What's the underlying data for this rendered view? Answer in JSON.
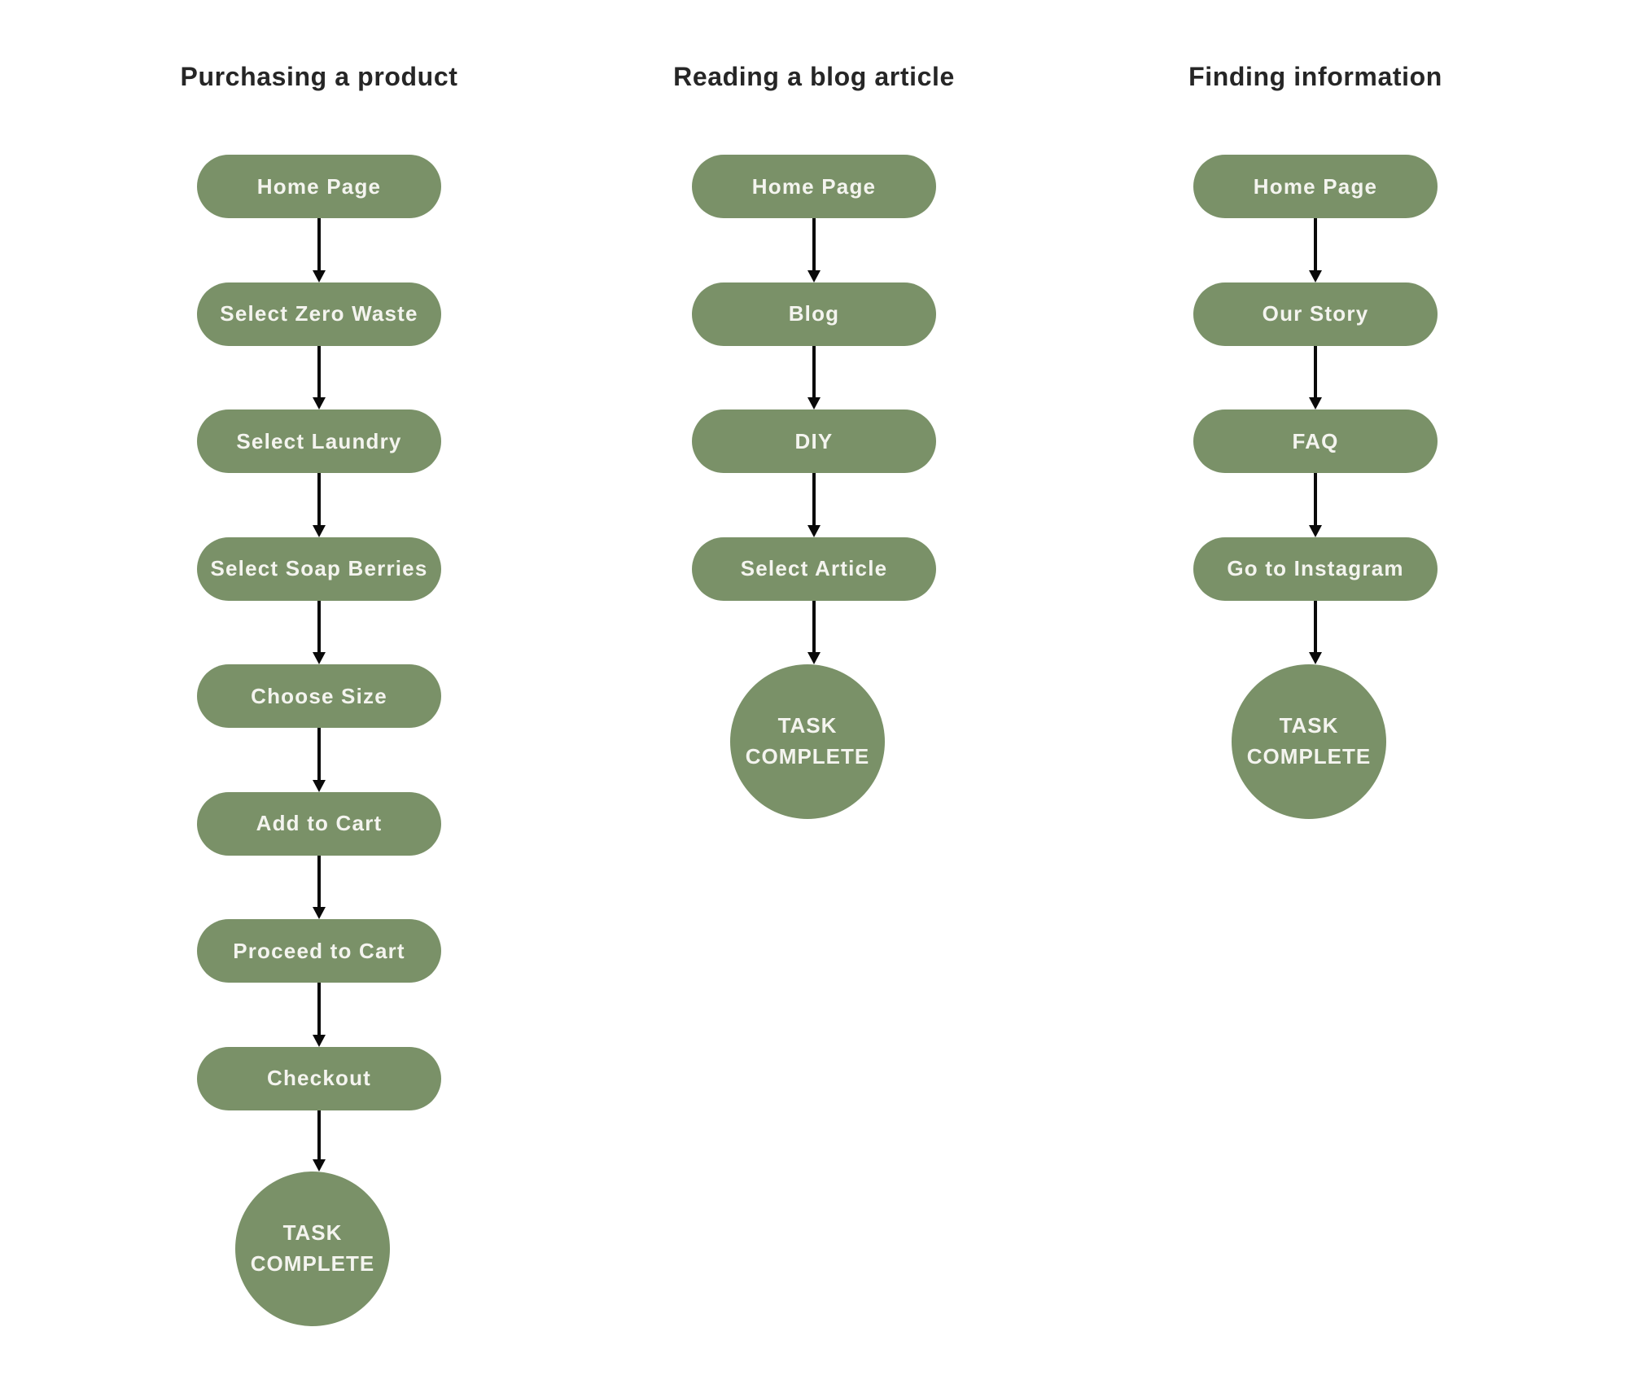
{
  "colors": {
    "node-green": "#7A9168",
    "node-text": "#F4F4EF",
    "title-text": "#262626",
    "arrow": "#0A0A0A",
    "background": "#FFFFFF"
  },
  "flows": [
    {
      "title": "Purchasing a product",
      "steps": [
        "Home Page",
        "Select Zero Waste",
        "Select Laundry",
        "Select Soap Berries",
        "Choose Size",
        "Add to Cart",
        "Proceed to Cart",
        "Checkout"
      ],
      "terminal": "TASK COMPLETE"
    },
    {
      "title": "Reading a blog article",
      "steps": [
        "Home Page",
        "Blog",
        "DIY",
        "Select Article"
      ],
      "terminal": "TASK COMPLETE"
    },
    {
      "title": "Finding information",
      "steps": [
        "Home Page",
        "Our Story",
        "FAQ",
        "Go to Instagram"
      ],
      "terminal": "TASK COMPLETE"
    }
  ]
}
